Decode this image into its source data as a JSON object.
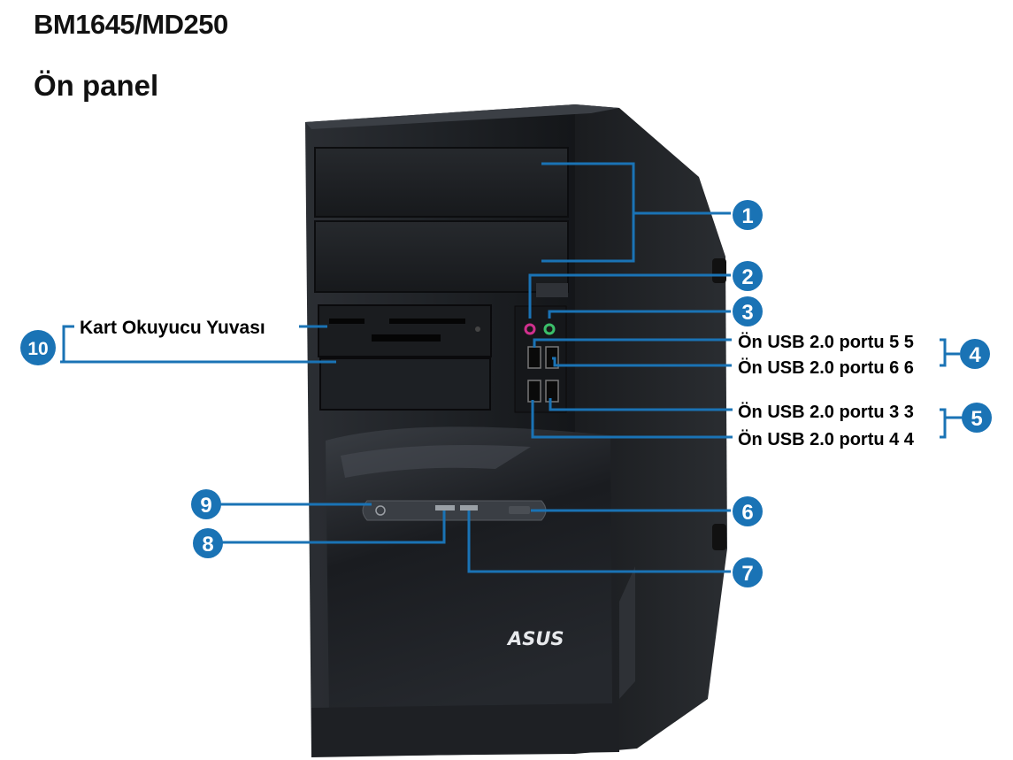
{
  "header": {
    "model": "BM1645/MD250",
    "section": "Ön panel"
  },
  "colors": {
    "callout": "#1a73b5",
    "case": "#1c1e21",
    "background": "#ffffff"
  },
  "labels": {
    "card_reader": "Kart Okuyucu Yuvası",
    "usb5": "Ön USB 2.0 portu 5 5",
    "usb6": "Ön USB 2.0 portu 6 6",
    "usb3": "Ön USB 2.0 portu 3 3",
    "usb4": "Ön USB 2.0 portu 4 4"
  },
  "badges": [
    "1",
    "2",
    "3",
    "4",
    "5",
    "6",
    "7",
    "8",
    "9",
    "10"
  ],
  "logo": "ASUS"
}
